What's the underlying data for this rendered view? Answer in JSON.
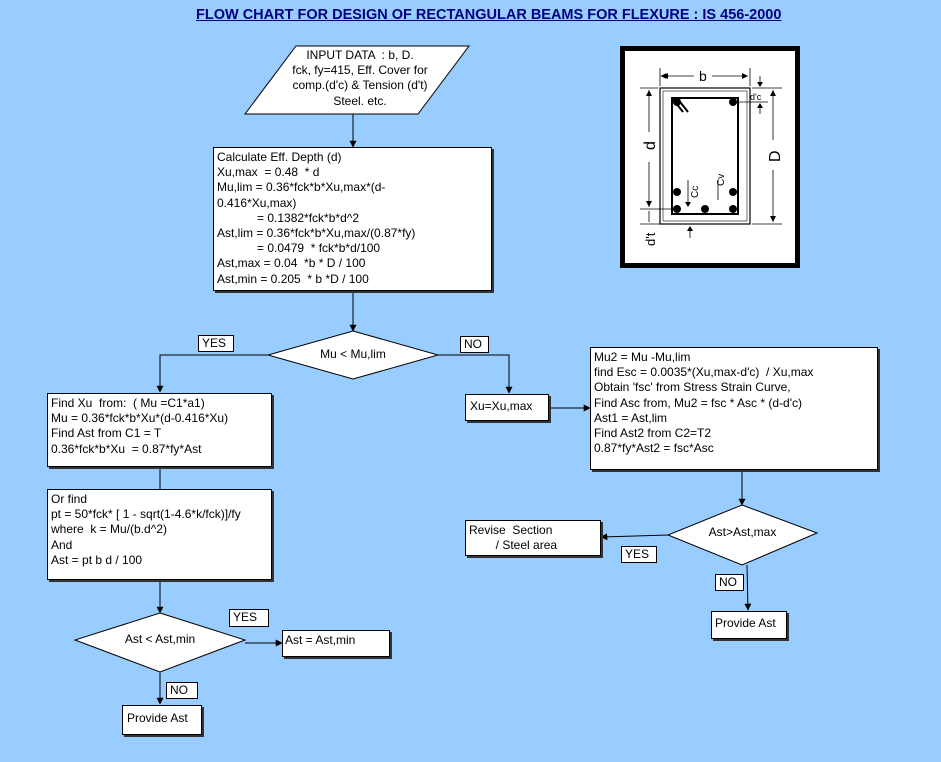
{
  "title": "FLOW CHART FOR DESIGN OF RECTANGULAR BEAMS FOR FLEXURE : IS 456-2000",
  "input_box": {
    "lines": [
      "INPUT DATA  : b, D.",
      "fck, fy=415, Eff. Cover for",
      "comp.(d'c) & Tension (d't)",
      "Steel. etc."
    ]
  },
  "calc_box": {
    "lines": [
      "Calculate Eff. Depth (d)",
      "Xu,max  = 0.48  * d",
      "Mu,lim = 0.36*fck*b*Xu,max*(d-",
      "0.416*Xu,max)",
      "            = 0.1382*fck*b*d^2",
      "Ast,lim = 0.36*fck*b*Xu,max/(0.87*fy)",
      "            = 0.0479  * fck*b*d/100",
      "Ast,max = 0.04  *b * D / 100",
      "Ast,min = 0.205  * b *D / 100"
    ]
  },
  "decision_mu": {
    "text": "Mu < Mu,lim",
    "yes": "YES",
    "no": "NO"
  },
  "find_xu_box": {
    "lines": [
      "Find Xu  from:  ( Mu =C1*a1)",
      "Mu = 0.36*fck*b*Xu*(d-0.416*Xu)",
      "Find Ast from C1 = T",
      "0.36*fck*b*Xu  = 0.87*fy*Ast"
    ]
  },
  "or_find_box": {
    "lines": [
      "Or find",
      "pt = 50*fck* [ 1 - sqrt(1-4.6*k/fck)]/fy",
      "where  k = Mu/(b.d^2)",
      "And",
      "Ast = pt b d / 100"
    ]
  },
  "decision_ast_min": {
    "text": "Ast < Ast,min",
    "yes": "YES",
    "no": "NO"
  },
  "ast_eq_min_box": {
    "text": "Ast = Ast,min"
  },
  "provide_ast_left": {
    "text": "Provide  Ast"
  },
  "xu_eq_box": {
    "text": "Xu=Xu,max"
  },
  "doubly_box": {
    "lines": [
      "Mu2 = Mu -Mu,lim",
      "find Esc = 0.0035*(Xu,max-d'c)  / Xu,max",
      "Obtain 'fsc' from Stress Strain Curve,",
      "Find Asc from, Mu2 = fsc * Asc * (d-d'c)",
      "Ast1 = Ast,lim",
      "Find Ast2 from C2=T2",
      "0.87*fy*Ast2 = fsc*Asc"
    ]
  },
  "decision_ast_max": {
    "text": "Ast>Ast,max",
    "yes": "YES",
    "no": "NO"
  },
  "revise_box": {
    "lines": [
      "Revise  Section",
      "        / Steel area"
    ]
  },
  "provide_ast_right": {
    "text": "Provide  Ast"
  },
  "section_figure": {
    "labels": {
      "b": "b",
      "dc": "d'c",
      "d": "d",
      "D": "D",
      "cc": "Cc",
      "cv": "Cv",
      "dt": "d't"
    }
  }
}
